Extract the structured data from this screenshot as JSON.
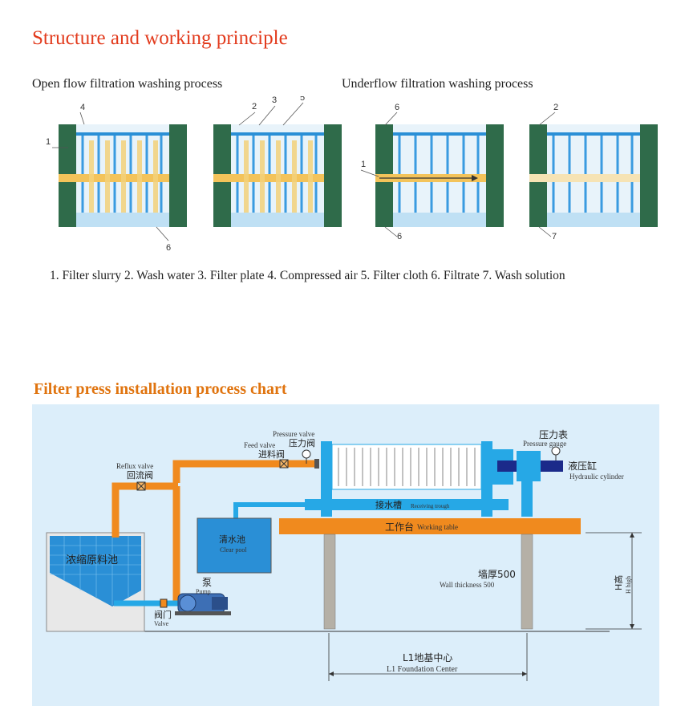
{
  "section1": {
    "title": "Structure and working principle",
    "open_flow": "Open flow filtration washing process",
    "underflow": "Underflow filtration washing process",
    "legend": "1. Filter slurry 2. Wash water 3. Filter plate 4. Compressed air 5. Filter cloth 6. Filtrate 7. Wash solution",
    "panel1": {
      "n_top": "4",
      "n_left": "1",
      "n_bottom": "6"
    },
    "panel2": {
      "n_a": "2",
      "n_b": "3",
      "n_c": "5"
    },
    "panel3": {
      "n_top": "6",
      "n_left": "1",
      "n_bottom": "6"
    },
    "panel4": {
      "n_top": "2",
      "n_bottom": "7"
    }
  },
  "section2": {
    "title": "Filter press installation process chart",
    "pressure_valve_en": "Pressure valve",
    "pressure_valve_cn": "压力阀",
    "feed_valve_en": "Feed valve",
    "feed_valve_cn": "进料阀",
    "pressure_gauge_cn": "压力表",
    "pressure_gauge_en": "Pressure gauge",
    "hydraulic_cn": "液压缸",
    "hydraulic_en": "Hydraulic cylinder",
    "reflux_en": "Reflux valve",
    "reflux_cn": "回流阀",
    "receiving_cn": "接水槽",
    "receiving_en": "Receiving trough",
    "table_cn": "工作台",
    "table_en": "Working table",
    "clear_cn": "清水池",
    "clear_en": "Clear pool",
    "tank_cn": "浓缩原料池",
    "pump_cn": "泵",
    "pump_en": "Pump",
    "valve_cn": "阀门",
    "valve_en": "Valve",
    "wall_cn": "墙厚500",
    "wall_en": "Wall thickness 500",
    "h_cn": "H高",
    "h_en": "H high",
    "l1_cn": "L1地基中心",
    "l1_en": "L1 Foundation Center"
  },
  "colors": {
    "title_red": "#e23a1c",
    "title_orange": "#e0740f",
    "pipe_orange": "#f08a1e",
    "pipe_blue": "#26a8e6",
    "bg_blue": "#dceefa",
    "wall_green": "#2f6b4a"
  }
}
